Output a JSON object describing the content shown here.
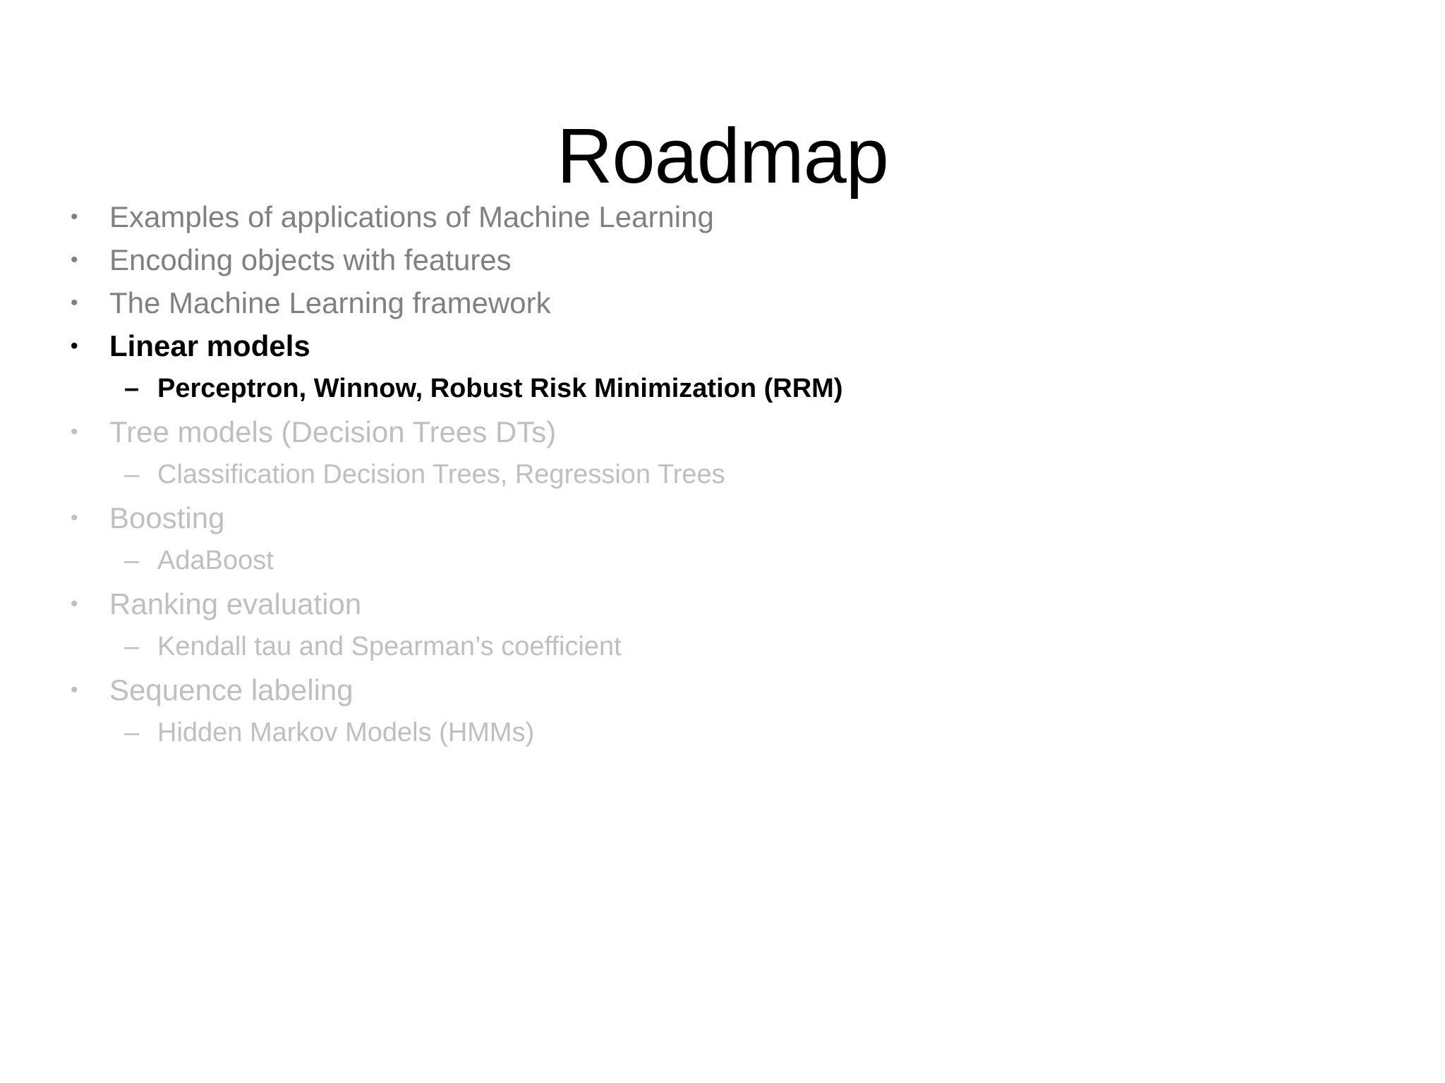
{
  "slide": {
    "title": "Roadmap",
    "bullets": {
      "level1_glyph": "•",
      "level2_glyph": "–"
    },
    "colors": {
      "done_section": "#808080",
      "current_section": "#000000",
      "upcoming_section": "#BFBFBF",
      "background": "#ffffff",
      "title": "#000000"
    },
    "items": [
      {
        "text": "Examples of applications of Machine Learning",
        "level": 1,
        "style": "muted"
      },
      {
        "text": "Encoding objects with features",
        "level": 1,
        "style": "muted"
      },
      {
        "text": "The Machine Learning framework",
        "level": 1,
        "style": "muted"
      },
      {
        "text": "Linear models",
        "level": 1,
        "style": "active"
      },
      {
        "text": "Perceptron, Winnow, Robust Risk Minimization (RRM)",
        "level": 2,
        "style": "active"
      },
      {
        "text": "Tree models (Decision Trees DTs)",
        "level": 1,
        "style": "dim"
      },
      {
        "text": "Classification Decision Trees, Regression Trees",
        "level": 2,
        "style": "dim"
      },
      {
        "text": "Boosting",
        "level": 1,
        "style": "dim"
      },
      {
        "text": "AdaBoost",
        "level": 2,
        "style": "dim"
      },
      {
        "text": "Ranking evaluation",
        "level": 1,
        "style": "dim"
      },
      {
        "text": "Kendall tau and Spearman’s coefficient",
        "level": 2,
        "style": "dim"
      },
      {
        "text": "Sequence labeling",
        "level": 1,
        "style": "dim"
      },
      {
        "text": "Hidden Markov Models (HMMs)",
        "level": 2,
        "style": "dim"
      }
    ]
  }
}
